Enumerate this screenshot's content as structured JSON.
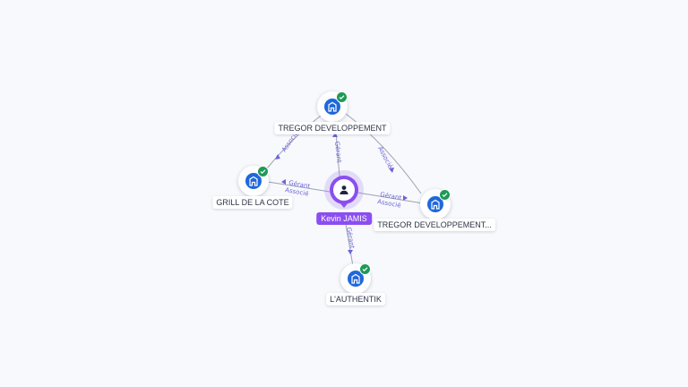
{
  "colors": {
    "person": "#8b4ef0",
    "company": "#1f67dd",
    "verified": "#1e9a56",
    "edge": "#9aa3b5",
    "edge_label": "#6b63d8"
  },
  "person": {
    "name": "Kevin JAMIS",
    "icon": "user-icon"
  },
  "companies": [
    {
      "id": "tregor1",
      "name": "TREGOR DEVELOPPEMENT",
      "icon": "building-icon",
      "verified": true
    },
    {
      "id": "grill",
      "name": "GRILL DE LA COTE",
      "icon": "building-icon",
      "verified": true
    },
    {
      "id": "tregor2",
      "name": "TREGOR DEVELOPPEMENT...",
      "icon": "building-icon",
      "verified": true
    },
    {
      "id": "lauthentik",
      "name": "L'AUTHENTIK",
      "icon": "building-icon",
      "verified": true
    }
  ],
  "edges": [
    {
      "from": "person",
      "to": "tregor1",
      "labels": [
        "Gérant"
      ]
    },
    {
      "from": "person",
      "to": "grill",
      "labels": [
        "Gérant",
        "Associé"
      ]
    },
    {
      "from": "person",
      "to": "tregor2",
      "labels": [
        "Gérant",
        "Associé"
      ]
    },
    {
      "from": "person",
      "to": "lauthentik",
      "labels": [
        "Gérant"
      ]
    },
    {
      "from": "tregor1",
      "to": "grill",
      "labels": [
        "Associé"
      ]
    },
    {
      "from": "tregor1",
      "to": "tregor2",
      "labels": [
        "Associé"
      ]
    }
  ]
}
